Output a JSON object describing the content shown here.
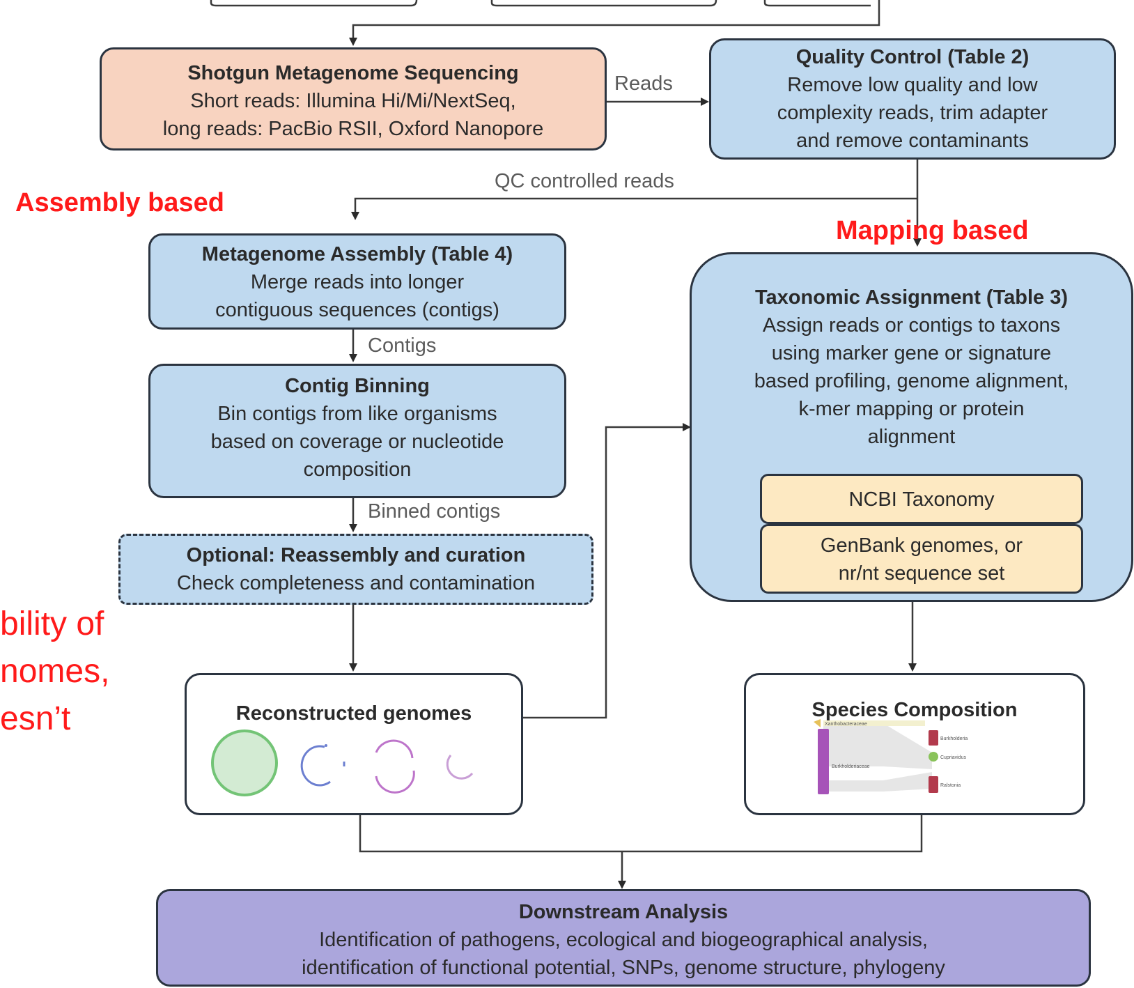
{
  "annotations": {
    "assembly_based": "Assembly based",
    "mapping_based": "Mapping based",
    "cut_off_text": [
      "bility of",
      "nomes,",
      "esn’t"
    ]
  },
  "nodes": {
    "shotgun": {
      "title": "Shotgun Metagenome Sequencing",
      "lines": [
        "Short reads: Illumina Hi/Mi/NextSeq,",
        "long reads: PacBio RSII, Oxford Nanopore"
      ]
    },
    "qc": {
      "title": "Quality Control (Table 2)",
      "lines": [
        "Remove low quality and low",
        "complexity reads, trim adapter",
        "and remove contaminants"
      ]
    },
    "assembly": {
      "title": "Metagenome Assembly (Table 4)",
      "lines": [
        "Merge reads into longer",
        "contiguous sequences (contigs)"
      ]
    },
    "binning": {
      "title": "Contig Binning",
      "lines": [
        "Bin contigs from like organisms",
        "based on coverage or nucleotide",
        "composition"
      ]
    },
    "reassembly": {
      "title": "Optional: Reassembly and curation",
      "lines": [
        "Check completeness and contamination"
      ]
    },
    "taxonomic": {
      "title": "Taxonomic Assignment (Table 3)",
      "lines": [
        "Assign reads or contigs to taxons",
        "using marker gene or signature",
        "based profiling, genome alignment,",
        "k-mer mapping or protein",
        "alignment"
      ],
      "db1": "NCBI Taxonomy",
      "db2_lines": [
        "GenBank genomes, or",
        "nr/nt sequence set"
      ]
    },
    "genomes": {
      "title": "Reconstructed genomes"
    },
    "species": {
      "title": "Species Composition",
      "sankey_labels": [
        "Xanthobacteraceae",
        "Burkholderiaceae",
        "Burkholderia",
        "Cupriavidus",
        "Ralstonia"
      ]
    },
    "downstream": {
      "title": "Downstream Analysis",
      "lines": [
        "Identification of pathogens, ecological and biogeographical analysis,",
        "identification of functional potential, SNPs, genome structure, phylogeny"
      ]
    }
  },
  "edges": {
    "reads": "Reads",
    "qc_reads": "QC controlled reads",
    "contigs": "Contigs",
    "binned": "Binned contigs"
  }
}
